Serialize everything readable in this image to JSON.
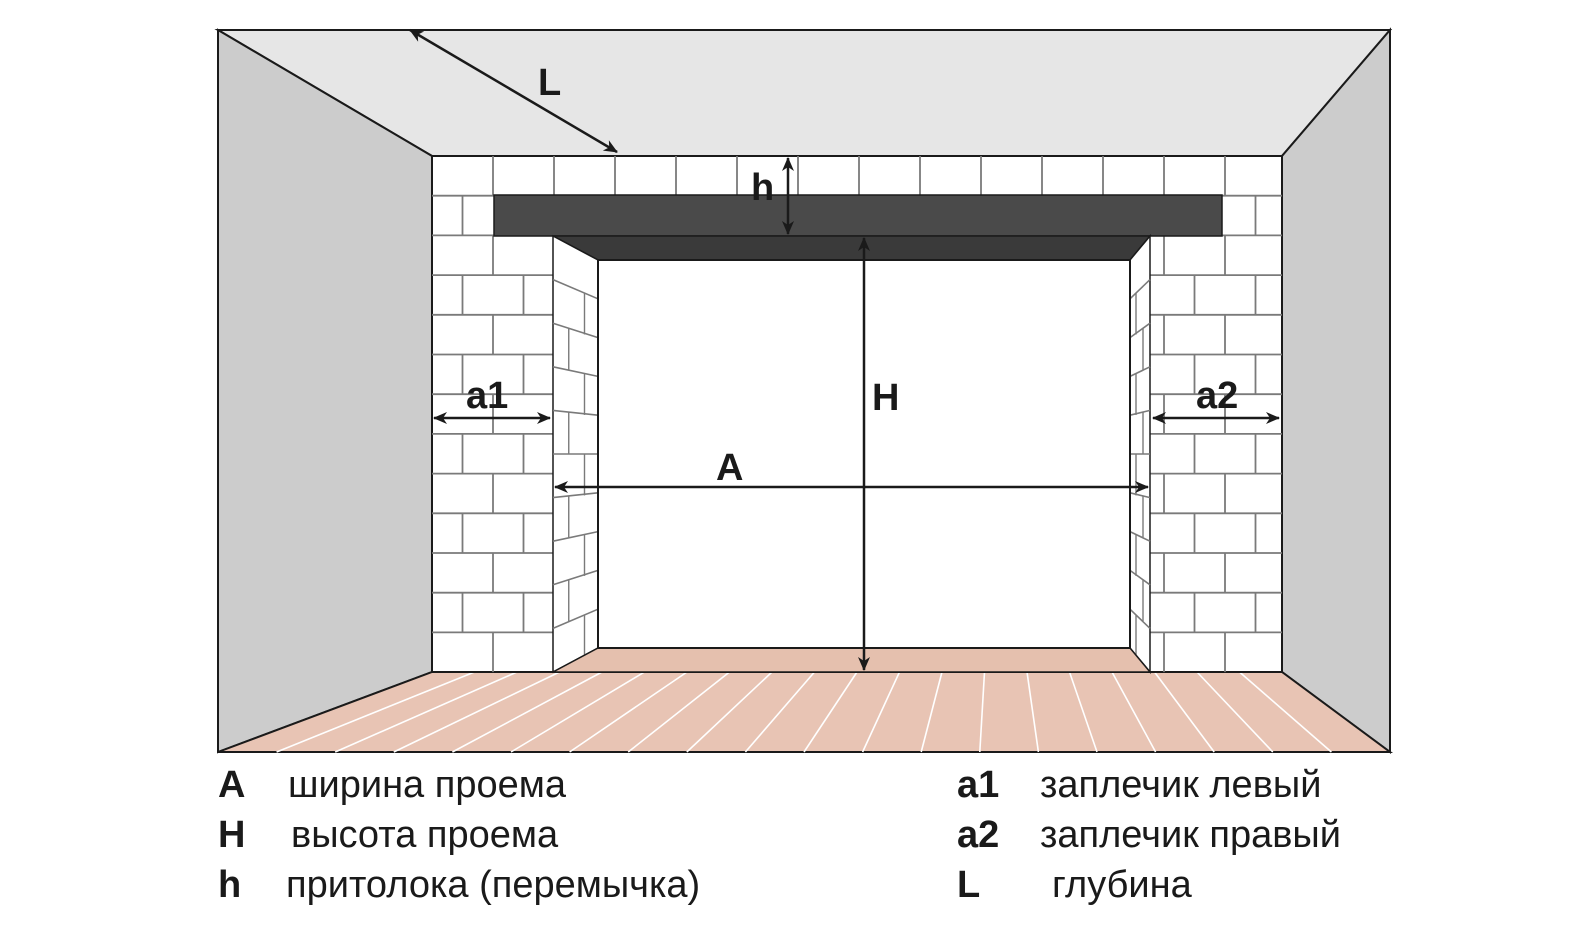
{
  "diagram": {
    "labels": {
      "L": "L",
      "h": "h",
      "H": "H",
      "A": "A",
      "a1": "a1",
      "a2": "a2"
    },
    "colors": {
      "ceiling": "#e6e6e6",
      "side_wall": "#cccccc",
      "floor": "#e8c4b4",
      "opening_floor": "#e5c0ae",
      "lintel": "#4a4a4a",
      "brick": "#ffffff",
      "mortar": "#7a7a7a",
      "outline": "#1a1a1a"
    }
  },
  "legend": {
    "left": [
      {
        "key": "A",
        "text": "ширина проема"
      },
      {
        "key": "H",
        "text": "высота проема"
      },
      {
        "key": "h",
        "text": "притолока (перемычка)"
      }
    ],
    "right": [
      {
        "key": "a1",
        "text": "заплечик левый"
      },
      {
        "key": "a2",
        "text": "заплечик правый"
      },
      {
        "key": "L",
        "text": "глубина"
      }
    ]
  }
}
